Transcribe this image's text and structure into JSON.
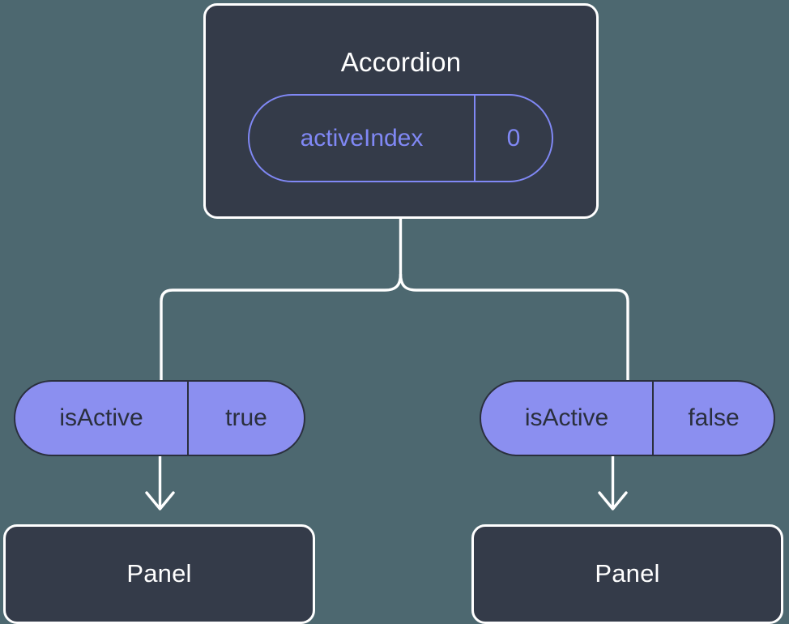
{
  "diagram": {
    "type": "component-tree",
    "background_color": "#4d6870",
    "node_fill_color": "#343b49",
    "node_border_color": "#ffffff",
    "accent_color": "#8b8ff0",
    "state_pill_color": "#8088f5",
    "connector_color": "#ffffff"
  },
  "root": {
    "title": "Accordion",
    "state_pill": {
      "key": "activeIndex",
      "value": "0",
      "style": "outlined"
    }
  },
  "children": [
    {
      "prop_pill": {
        "key": "isActive",
        "value": "true",
        "style": "filled"
      },
      "node_title": "Panel"
    },
    {
      "prop_pill": {
        "key": "isActive",
        "value": "false",
        "style": "filled"
      },
      "node_title": "Panel"
    }
  ]
}
